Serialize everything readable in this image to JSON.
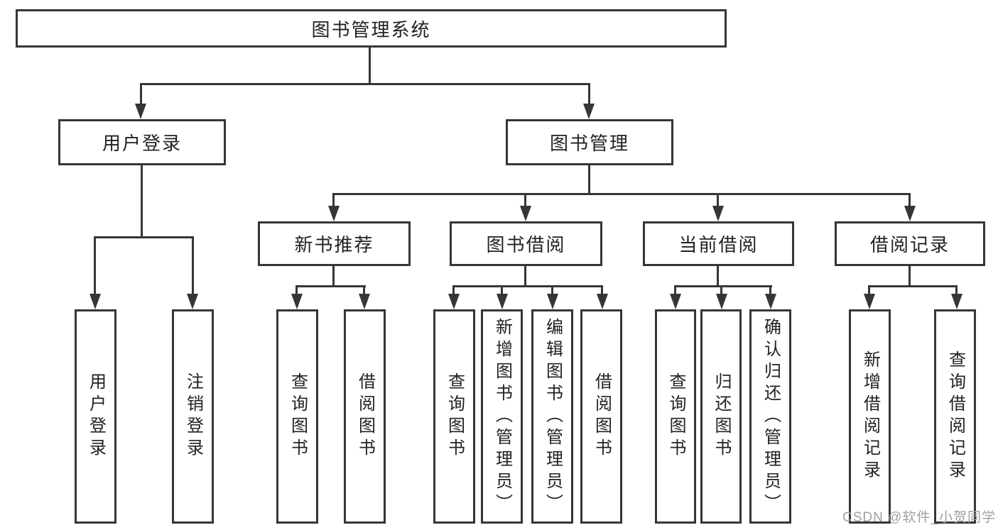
{
  "nodes": {
    "root": {
      "label": "图书管理系统"
    },
    "branches": [
      {
        "label": "用户登录",
        "leaves": [
          "用户登录",
          "注销登录"
        ]
      },
      {
        "label": "图书管理",
        "groups": [
          {
            "label": "新书推荐",
            "leaves": [
              "查询图书",
              "借阅图书"
            ]
          },
          {
            "label": "图书借阅",
            "leaves": [
              "查询图书",
              "新增图书（管理员）",
              "编辑图书（管理员）",
              "借阅图书"
            ]
          },
          {
            "label": "当前借阅",
            "leaves": [
              "查询图书",
              "归还图书",
              "确认归还（管理员）"
            ]
          },
          {
            "label": "借阅记录",
            "leaves": [
              "新增借阅记录",
              "查询借阅记录"
            ]
          }
        ]
      }
    ]
  },
  "watermark": {
    "text": "CSDN @软件_小贺同学"
  },
  "colors": {
    "background": "#ffffff",
    "line": "#363636",
    "text": "#222222",
    "watermark": "#a0a0a0"
  }
}
